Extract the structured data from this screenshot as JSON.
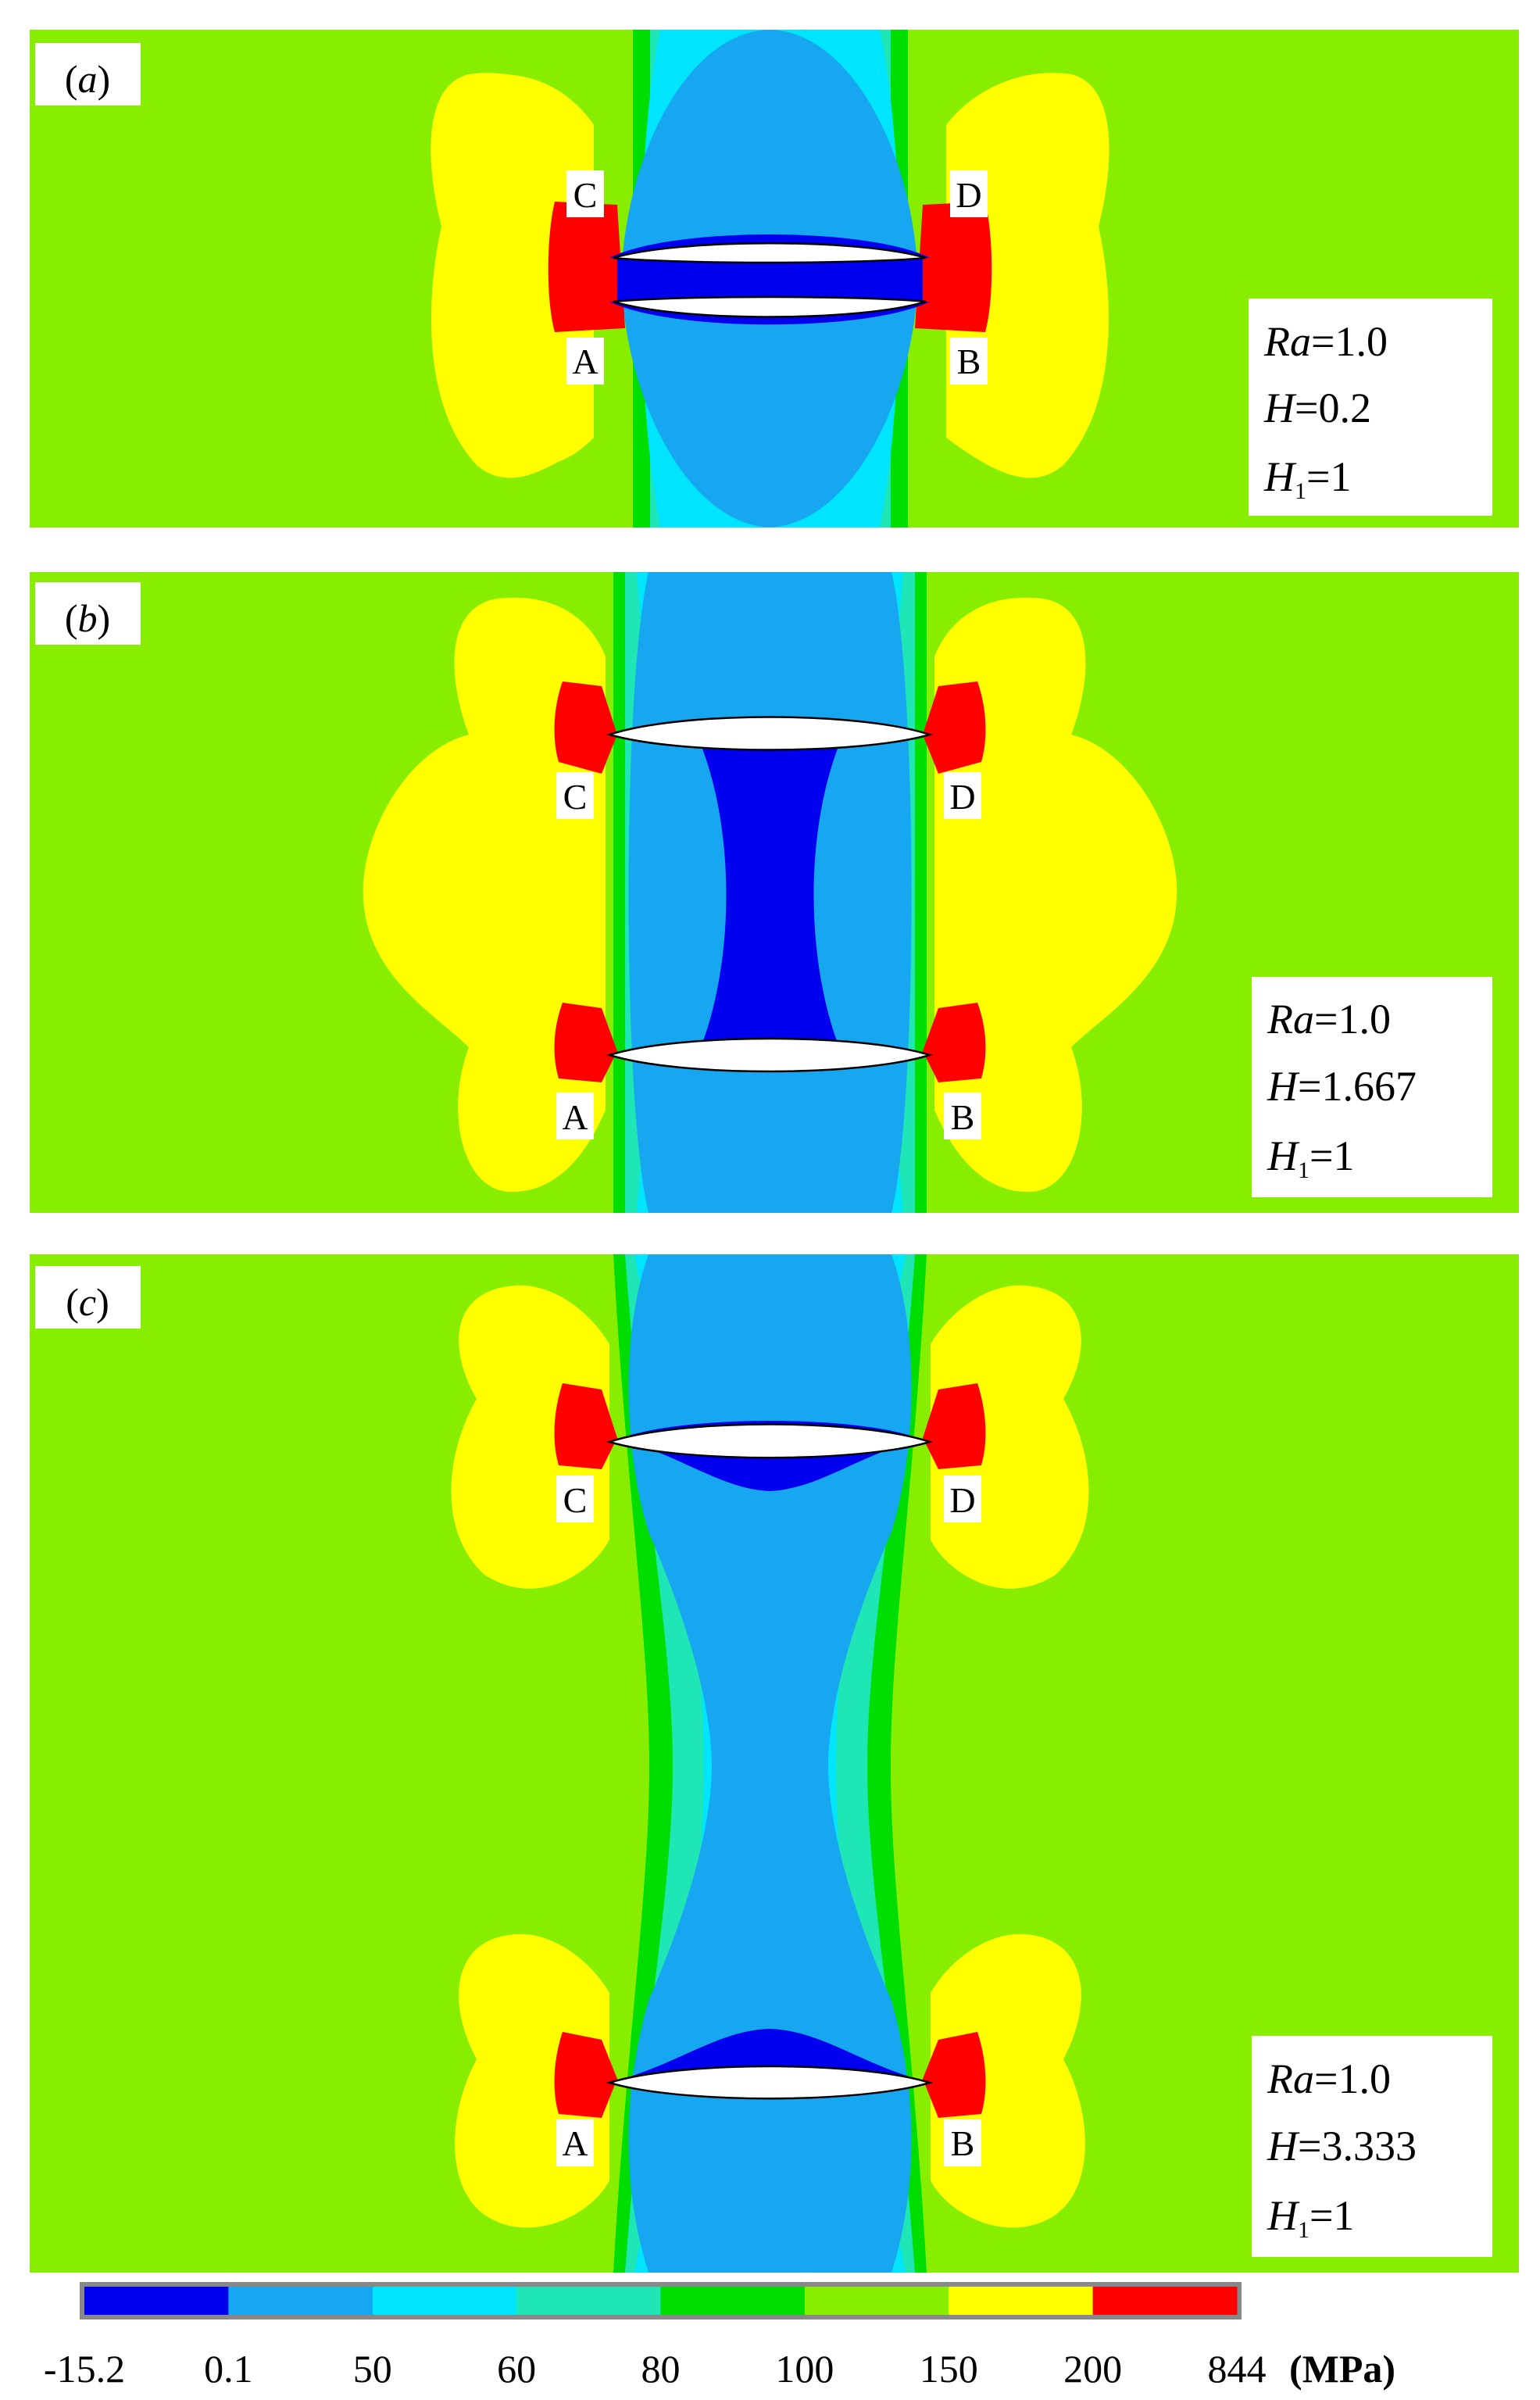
{
  "panels": [
    {
      "label_open": "(",
      "label_letter": "a",
      "label_close": ")",
      "points": [
        "C",
        "D",
        "A",
        "B"
      ],
      "params": {
        "ra_var": "Ra",
        "ra_val": "=1.0",
        "h_var": "H",
        "h_val": "=0.2",
        "h1_var": "H",
        "h1_sub": "1",
        "h1_val": "=1"
      }
    },
    {
      "label_open": "(",
      "label_letter": "b",
      "label_close": ")",
      "points": [
        "C",
        "D",
        "A",
        "B"
      ],
      "params": {
        "ra_var": "Ra",
        "ra_val": "=1.0",
        "h_var": "H",
        "h_val": "=1.667",
        "h1_var": "H",
        "h1_sub": "1",
        "h1_val": "=1"
      }
    },
    {
      "label_open": "(",
      "label_letter": "c",
      "label_close": ")",
      "points": [
        "C",
        "D",
        "A",
        "B"
      ],
      "params": {
        "ra_var": "Ra",
        "ra_val": "=1.0",
        "h_var": "H",
        "h_val": "=3.333",
        "h1_var": "H",
        "h1_sub": "1",
        "h1_val": "=1"
      }
    }
  ],
  "legend": {
    "ticks": [
      "-15.2",
      "0.1",
      "50",
      "60",
      "80",
      "100",
      "150",
      "200",
      "844"
    ],
    "unit": "(MPa)",
    "colors": [
      "#0000ee",
      "#17a7f0",
      "#00e5ff",
      "#1ee6b4",
      "#00dd00",
      "#88ee00",
      "#ffff00",
      "#ff0000"
    ]
  },
  "colors": {
    "background": "#88ee00",
    "band_green": "#00dd00",
    "band_teal": "#1ee6b4",
    "band_cyan": "#00e5ff",
    "band_light_blue": "#17a7f0",
    "band_dark_blue": "#0000ee",
    "yellow": "#ffff00",
    "red": "#ff0000"
  }
}
